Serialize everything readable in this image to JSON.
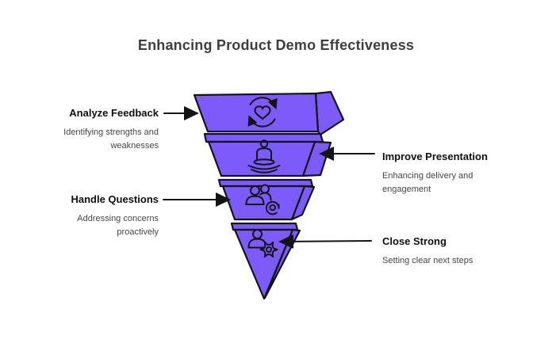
{
  "title": "Enhancing Product Demo Effectiveness",
  "colors": {
    "funnel_fill": "#7C5BFA",
    "outline": "#141414",
    "title_text": "#3E3E3E",
    "label_text": "#0F0F0F",
    "description_text": "#454545",
    "background": "#FFFFFF"
  },
  "steps": [
    {
      "id": 1,
      "label": "Analyze Feedback",
      "description": "Identifying strengths and weaknesses",
      "side": "left",
      "icon": "heart-refresh-icon"
    },
    {
      "id": 2,
      "label": "Improve Presentation",
      "description": "Enhancing delivery and engagement",
      "side": "right",
      "icon": "meditating-presenter-icon"
    },
    {
      "id": 3,
      "label": "Handle Questions",
      "description": "Addressing concerns proactively",
      "side": "left",
      "icon": "people-mention-icon"
    },
    {
      "id": 4,
      "label": "Close Strong",
      "description": "Setting clear next steps",
      "side": "right",
      "icon": "person-gear-icon"
    }
  ]
}
